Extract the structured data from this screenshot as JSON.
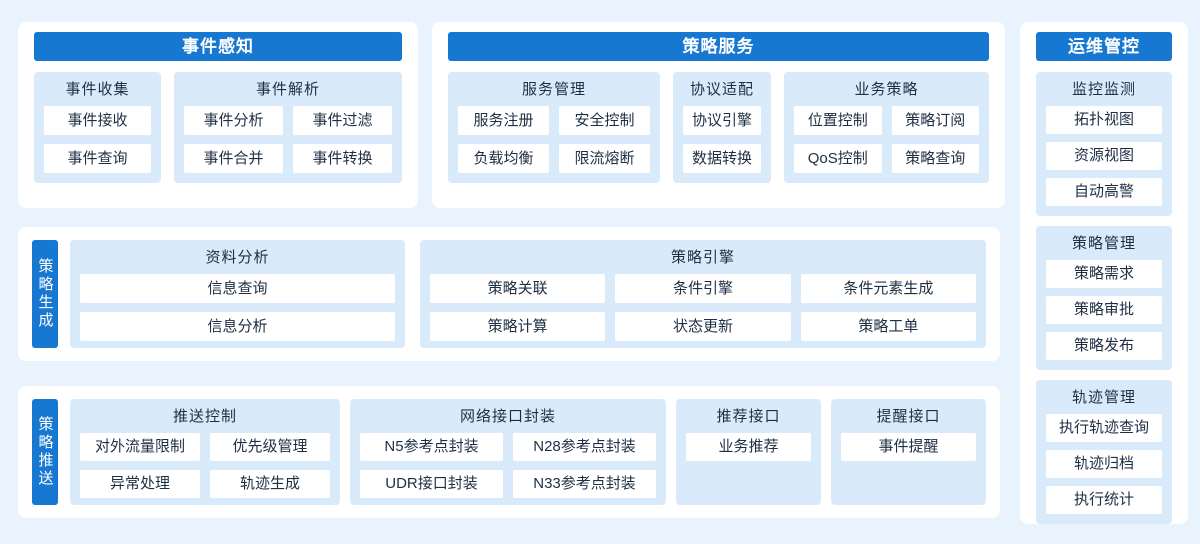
{
  "colors": {
    "accent_blue": "#1778d2",
    "page_background": "#e9f3fd",
    "panel_background": "#ffffff",
    "section_background": "#d9ebfa",
    "text_dark": "#1e2f44",
    "text_light": "#ffffff"
  },
  "diagram": {
    "event_perception": {
      "title": "事件感知",
      "sections": [
        {
          "title": "事件收集",
          "items": [
            "事件接收",
            "事件查询"
          ]
        },
        {
          "title": "事件解析",
          "items": [
            "事件分析",
            "事件过滤",
            "事件合并",
            "事件转换"
          ]
        }
      ]
    },
    "policy_service": {
      "title": "策略服务",
      "sections": [
        {
          "title": "服务管理",
          "items": [
            "服务注册",
            "安全控制",
            "负载均衡",
            "限流熔断"
          ]
        },
        {
          "title": "协议适配",
          "items": [
            "协议引擎",
            "数据转换"
          ]
        },
        {
          "title": "业务策略",
          "items": [
            "位置控制",
            "策略订阅",
            "QoS控制",
            "策略查询"
          ]
        }
      ]
    },
    "policy_generation": {
      "label": "策略生成",
      "sections": [
        {
          "title": "资料分析",
          "items": [
            "信息查询",
            "信息分析"
          ]
        },
        {
          "title": "策略引擎",
          "items": [
            "策略关联",
            "条件引擎",
            "条件元素生成",
            "策略计算",
            "状态更新",
            "策略工单"
          ]
        }
      ]
    },
    "policy_push": {
      "label": "策略推送",
      "sections": [
        {
          "title": "推送控制",
          "items": [
            "对外流量限制",
            "优先级管理",
            "异常处理",
            "轨迹生成"
          ]
        },
        {
          "title": "网络接口封装",
          "items": [
            "N5参考点封装",
            "N28参考点封装",
            "UDR接口封装",
            "N33参考点封装"
          ]
        },
        {
          "title": "推荐接口",
          "items": [
            "业务推荐"
          ]
        },
        {
          "title": "提醒接口",
          "items": [
            "事件提醒"
          ]
        }
      ]
    },
    "ops_control": {
      "title": "运维管控",
      "sections": [
        {
          "title": "监控监测",
          "items": [
            "拓扑视图",
            "资源视图",
            "自动高警"
          ]
        },
        {
          "title": "策略管理",
          "items": [
            "策略需求",
            "策略审批",
            "策略发布"
          ]
        },
        {
          "title": "轨迹管理",
          "items": [
            "执行轨迹查询",
            "轨迹归档",
            "执行统计"
          ]
        }
      ]
    }
  }
}
